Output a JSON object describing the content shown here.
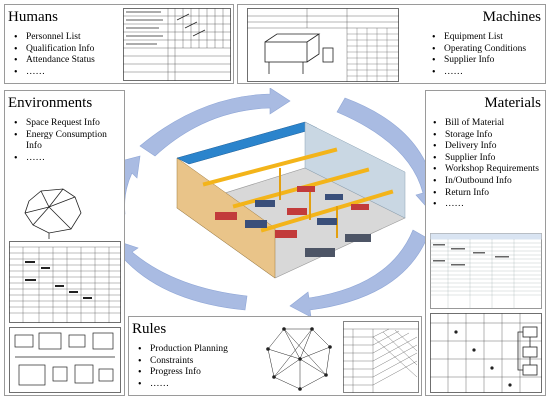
{
  "boxes": {
    "humans": {
      "title": "Humans",
      "items": [
        "Personnel List",
        "Qualification Info",
        "Attendance Status",
        "……"
      ]
    },
    "machines": {
      "title": "Machines",
      "items": [
        "Equipment List",
        "Operating Conditions",
        "Supplier Info",
        "……"
      ]
    },
    "environments": {
      "title": "Environments",
      "items": [
        "Space Request Info",
        "Energy Consumption Info",
        "……"
      ]
    },
    "materials": {
      "title": "Materials",
      "items": [
        "Bill of Material",
        "Storage Info",
        "Delivery Info",
        "Supplier Info",
        "Workshop Requirements",
        "In/Outbound Info",
        "Return Info",
        "……"
      ]
    },
    "rules": {
      "title": "Rules",
      "items": [
        "Production Planning",
        "Constraints",
        "Progress Info",
        "……"
      ]
    }
  },
  "colors": {
    "arrow": "#a9bbe2",
    "arrow_edge": "#8fa6d6",
    "border": "#9a9a9a",
    "roof": "#2b84cc",
    "crane": "#f3b41a",
    "floor": "#d8d8d8"
  }
}
